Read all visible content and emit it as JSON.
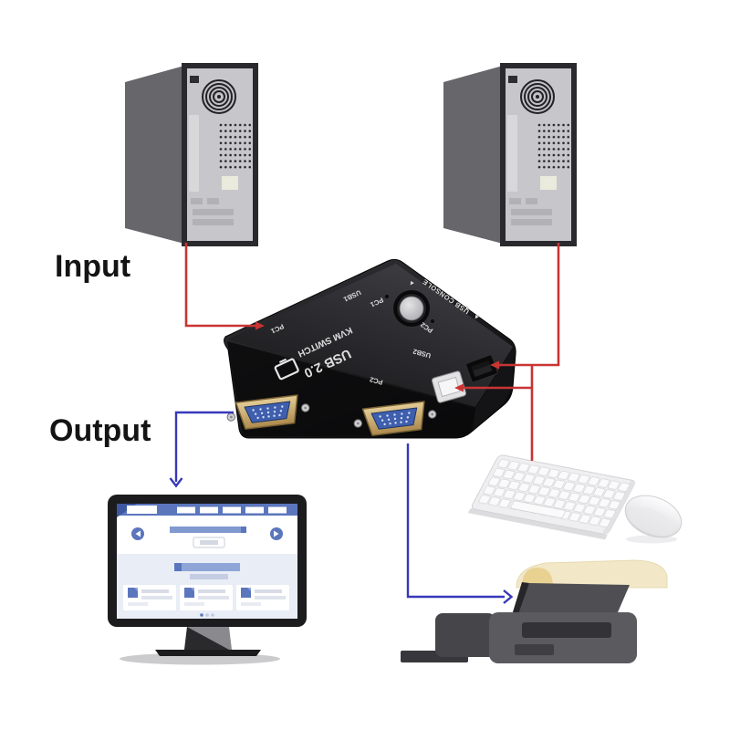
{
  "title_labels": {
    "input": "Input",
    "output": "Output"
  },
  "kvm_switch": {
    "title_line1": "USB 2.0",
    "title_line2": "KVM SWITCH",
    "labels": {
      "pc1_edge": "PC1",
      "usb1": "USB1",
      "pc1_select": "PC1",
      "pc2_select": "PC2",
      "usb_console": "USB CONSOLE",
      "usb2": "USB2",
      "pc2_port": "PC2",
      "console_arrow": "▲"
    }
  },
  "colors": {
    "input_line": "#c93434",
    "output_line": "#3838bb",
    "device_body": "#1a1a1c",
    "button_face": "#bcbcbf",
    "vga_face": "#c9a86a",
    "vga_insert": "#3f5fae",
    "paper": "#f2e8c8",
    "screen_accent": "#5b76bd"
  }
}
